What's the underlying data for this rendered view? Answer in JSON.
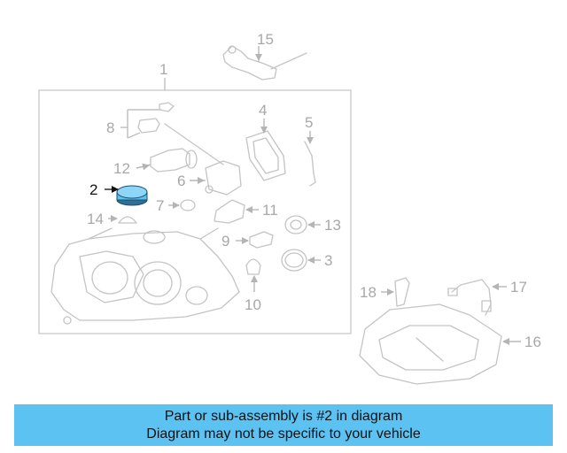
{
  "callouts": {
    "c1": "1",
    "c2": "2",
    "c3": "3",
    "c4": "4",
    "c5": "5",
    "c6": "6",
    "c7": "7",
    "c8": "8",
    "c9": "9",
    "c10": "10",
    "c11": "11",
    "c12": "12",
    "c13": "13",
    "c14": "14",
    "c15": "15",
    "c16": "16",
    "c17": "17",
    "c18": "18"
  },
  "highlight_color": "#5bc2f2",
  "banner": {
    "line1": "Part or sub-assembly is #2 in diagram",
    "line2": "Diagram may not be specific to your vehicle"
  }
}
